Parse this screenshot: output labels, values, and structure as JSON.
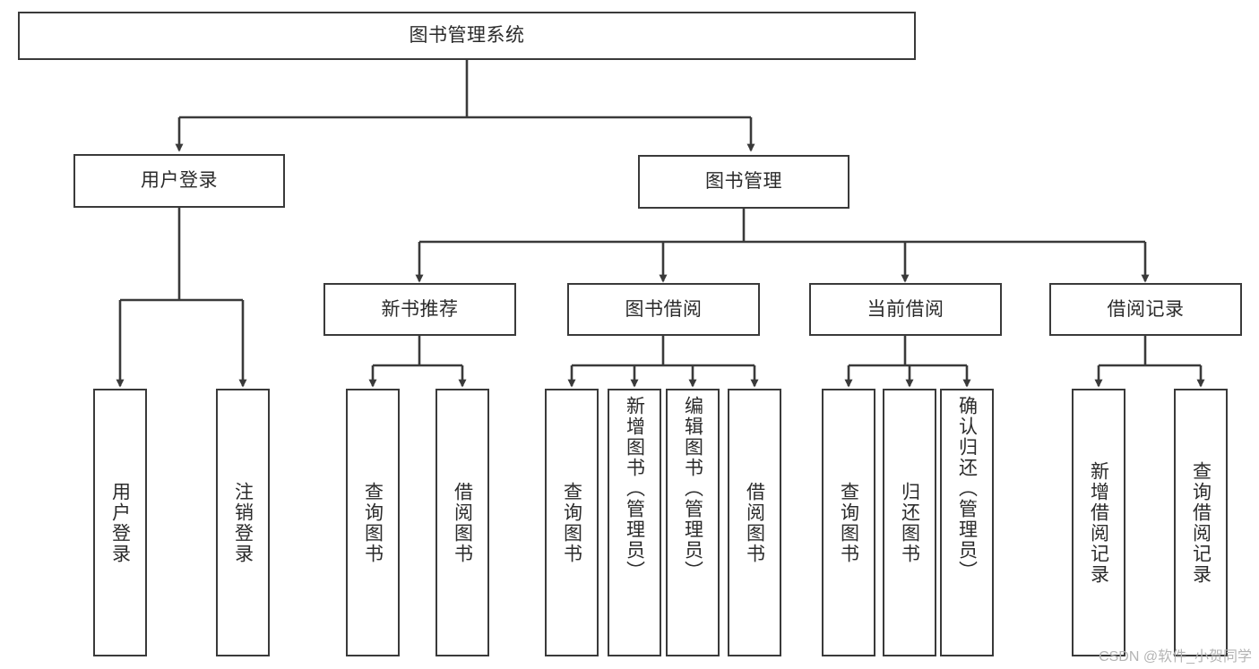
{
  "diagram": {
    "title": "图书管理系统",
    "type": "tree-hierarchy-chart",
    "stroke_color": "#3a3a3a",
    "text_color": "#2b2b2b",
    "background_color": "#ffffff",
    "root": {
      "label": "图书管理系统"
    },
    "level2": [
      {
        "label": "用户登录"
      },
      {
        "label": "图书管理"
      }
    ],
    "level3": [
      {
        "label": "新书推荐"
      },
      {
        "label": "图书借阅"
      },
      {
        "label": "当前借阅"
      },
      {
        "label": "借阅记录"
      }
    ],
    "leaves": {
      "user_login": [
        {
          "label": "用户登录"
        },
        {
          "label": "注销登录"
        }
      ],
      "new_book_recommend": [
        {
          "label": "查询图书"
        },
        {
          "label": "借阅图书"
        }
      ],
      "book_borrow": [
        {
          "label": "查询图书"
        },
        {
          "label": "新增图书（管理员）"
        },
        {
          "label": "编辑图书（管理员）"
        },
        {
          "label": "借阅图书"
        }
      ],
      "current_borrow": [
        {
          "label": "查询图书"
        },
        {
          "label": "归还图书"
        },
        {
          "label": "确认归还（管理员）"
        }
      ],
      "borrow_record": [
        {
          "label": "新增借阅记录"
        },
        {
          "label": "查询借阅记录"
        }
      ]
    }
  },
  "watermark": {
    "text": "CSDN @软件_小贺同学"
  }
}
